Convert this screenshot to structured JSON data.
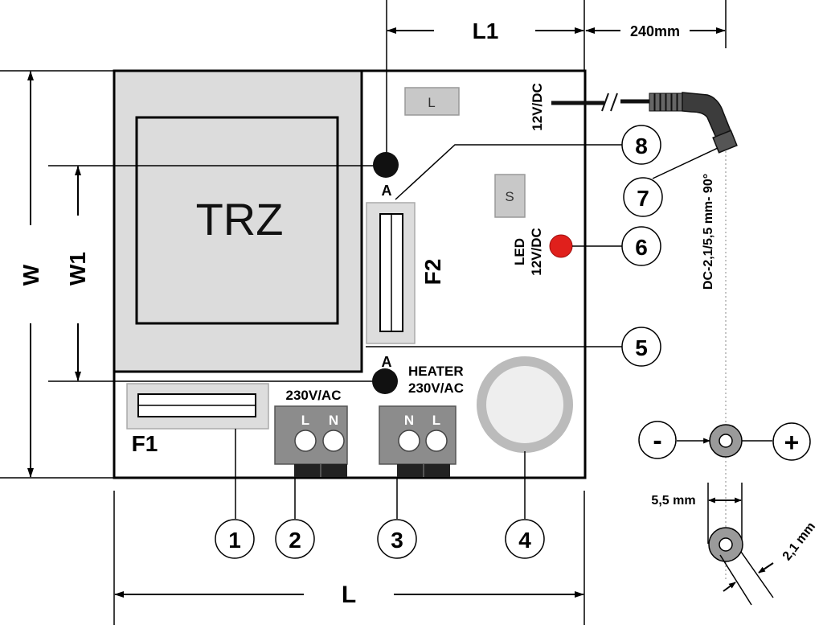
{
  "labels": {
    "trz": "TRZ",
    "l1": "L1",
    "len240": "240mm",
    "w": "W",
    "w1": "W1",
    "l": "L",
    "f1": "F1",
    "f2": "F2",
    "pad_l": "L",
    "pad_s": "S",
    "dc_out": "12V/DC",
    "led": "LED",
    "led_voltage": "12V/DC",
    "point_a_top": "A",
    "point_a_bottom": "A",
    "heater": "HEATER",
    "heater_voltage": "230V/AC",
    "mains_voltage": "230V/AC",
    "mains_l": "L",
    "mains_n": "N",
    "heater_n": "N",
    "heater_l": "L",
    "plug_spec": "DC-2,1/5,5 mm- 90°",
    "minus": "-",
    "plus": "+",
    "outer_diameter": "5,5 mm",
    "inner_diameter": "2,1 mm"
  },
  "callouts": [
    "1",
    "2",
    "3",
    "4",
    "5",
    "6",
    "7",
    "8"
  ],
  "colors": {
    "board": "#ffffff",
    "transformer": "#dcdcdc",
    "pad": "#c8c8c8",
    "terminal": "#8c8c8c",
    "led": "#e0201c",
    "point": "#111111",
    "line": "#000000"
  }
}
